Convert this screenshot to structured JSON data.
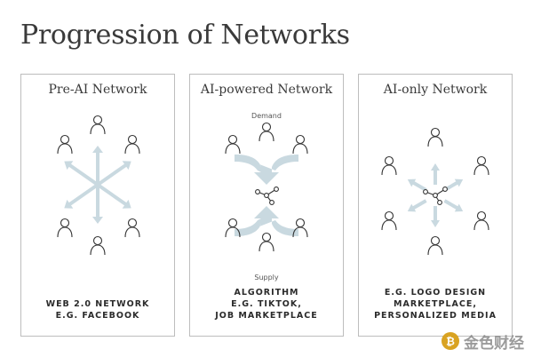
{
  "title": "Progression of Networks",
  "panels": [
    {
      "title": "Pre-AI Network",
      "caption": [
        "WEB 2.0 NETWORK",
        "E.G. FACEBOOK"
      ]
    },
    {
      "title": "AI-powered Network",
      "top_label": "Demand",
      "bottom_label": "Supply",
      "caption": [
        "ALGORITHM",
        "E.G. TIKTOK,",
        "JOB MARKETPLACE"
      ]
    },
    {
      "title": "AI-only Network",
      "caption": [
        "E.G. LOGO DESIGN",
        "MARKETPLACE,",
        "PERSONALIZED MEDIA"
      ]
    }
  ],
  "watermark": {
    "text": "金色财经",
    "icon": "bitcoin-coin-icon"
  },
  "colors": {
    "arrow": "#c9d9e0",
    "icon_stroke": "#333333",
    "border": "#bdbdbd"
  }
}
